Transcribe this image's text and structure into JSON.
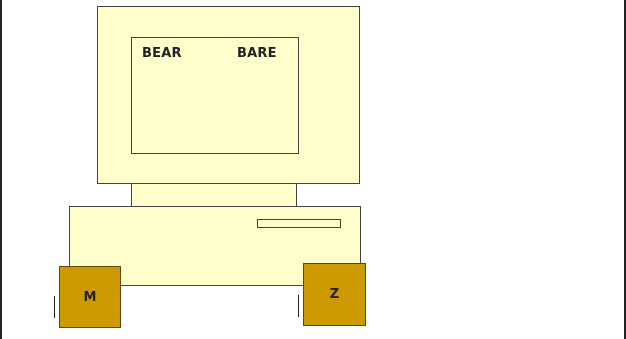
{
  "screen_words": {
    "left": "BEAR",
    "right": "BARE"
  },
  "response_keys": {
    "left": "M",
    "right": "Z"
  },
  "colors": {
    "computer_fill": "#ffffcc",
    "key_fill": "#cc9900",
    "outline": "#444444"
  }
}
